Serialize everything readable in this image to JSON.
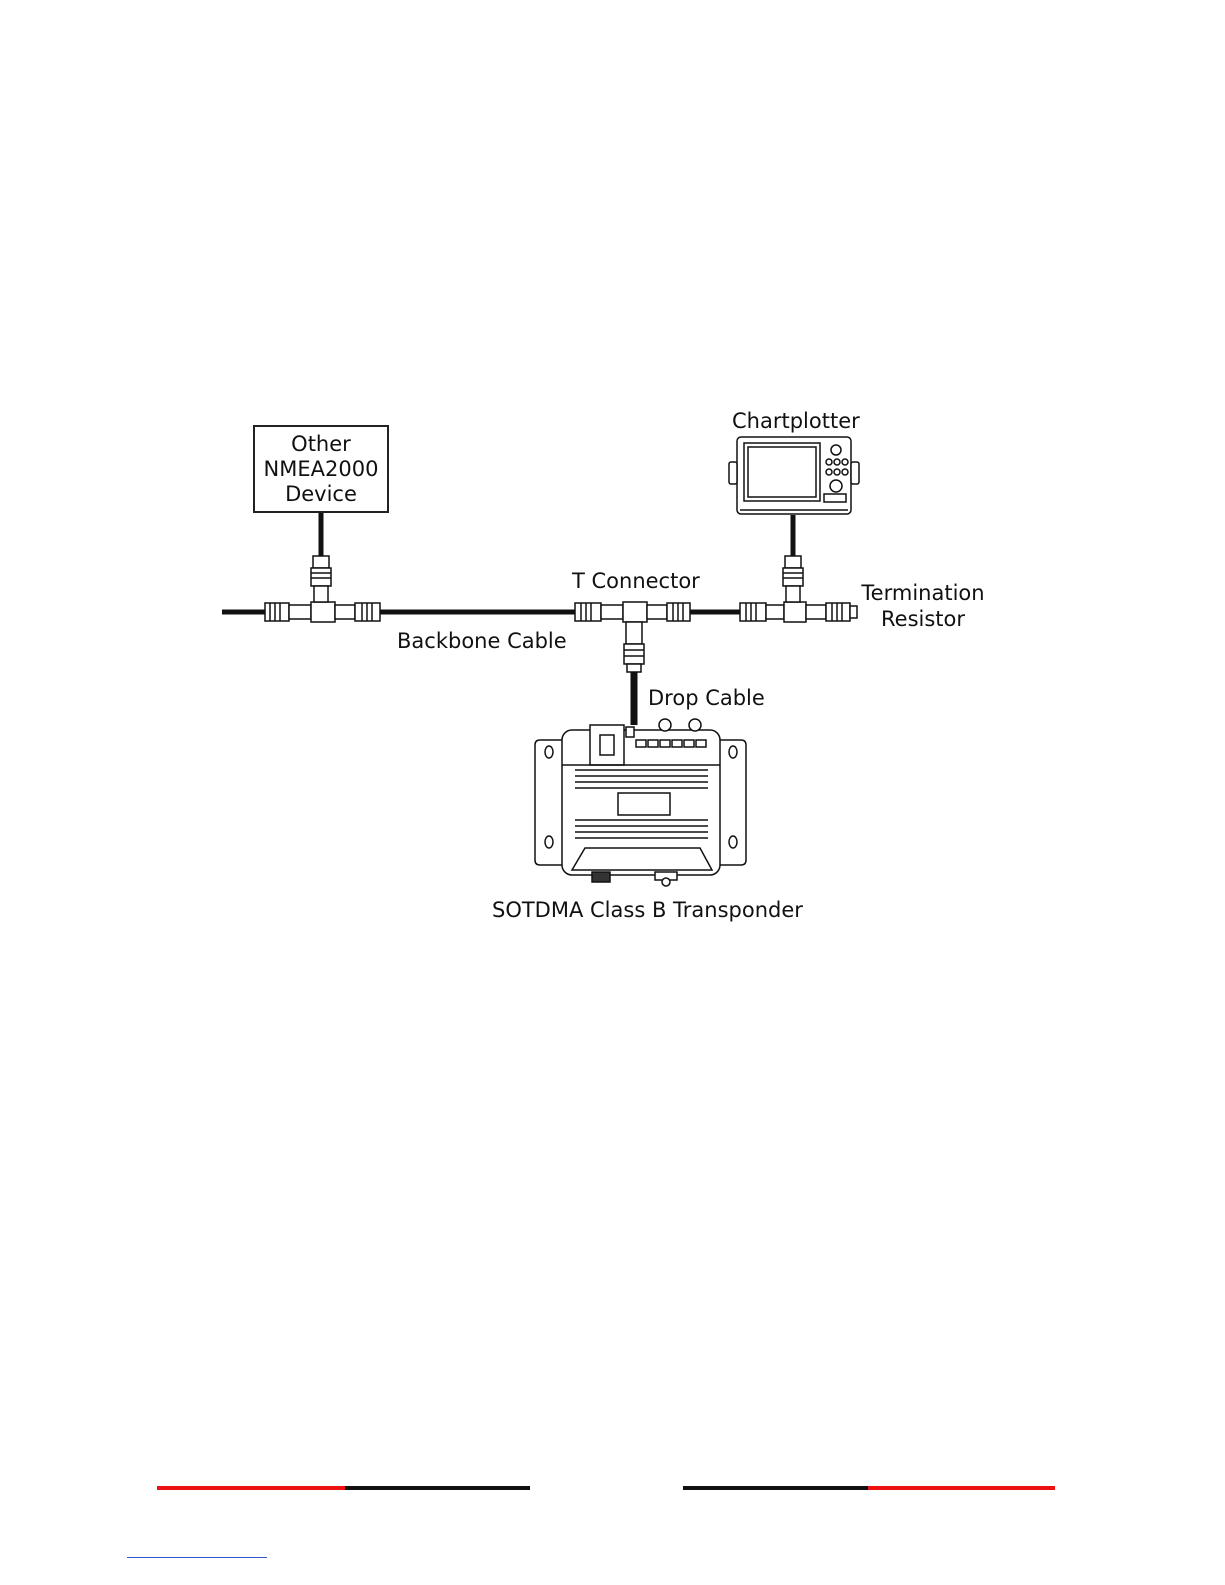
{
  "diagram": {
    "labels": {
      "other_device": [
        "Other",
        "NMEA2000",
        "Device"
      ],
      "chartplotter": "Chartplotter",
      "t_connector": "T Connector",
      "termination_resistor": [
        "Termination",
        "Resistor"
      ],
      "backbone_cable": "Backbone Cable",
      "drop_cable": "Drop Cable",
      "transponder": "SOTDMA Class B Transponder"
    }
  },
  "footer": {
    "colors": {
      "red": "#ee1111",
      "black": "#111111",
      "link": "#3355cc"
    }
  }
}
